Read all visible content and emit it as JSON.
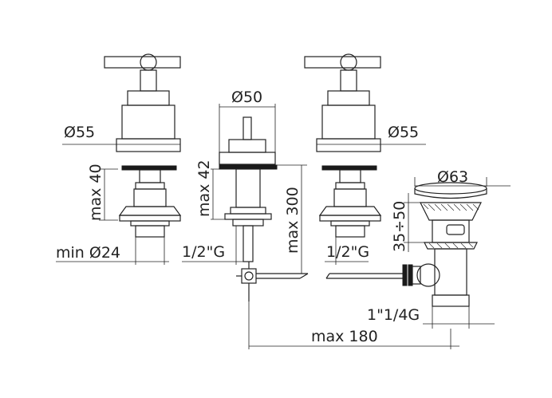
{
  "drawing": {
    "dimensions": {
      "left_tap_diameter": "Ø55",
      "left_tap_height": "max 40",
      "left_tap_min_diameter": "min Ø24",
      "spout_diameter": "Ø50",
      "spout_height": "max 42",
      "spout_thread": "1/2\"G",
      "rod_length": "max 300",
      "right_tap_diameter": "Ø55",
      "right_tap_thread": "1/2\"G",
      "waste_diameter": "Ø63",
      "waste_height": "35÷50",
      "waste_thread": "1\"1/4G",
      "overall_width": "max 180"
    }
  }
}
